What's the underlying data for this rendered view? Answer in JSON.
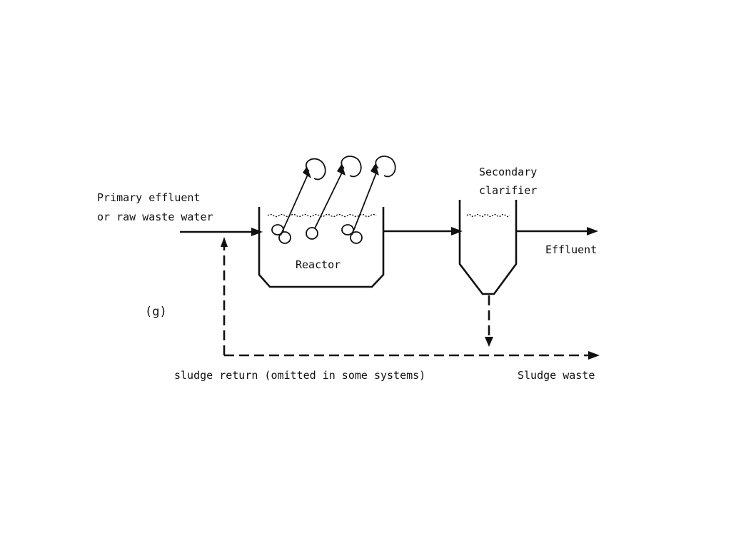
{
  "labels": {
    "influent_line1": "Primary effluent",
    "influent_line2": "or raw waste water",
    "reactor": "Reactor",
    "clarifier_line1": "Secondary",
    "clarifier_line2": "clarifier",
    "effluent": "Effluent",
    "panel_label": "(g)",
    "sludge_return": "sludge return (omitted in some systems)",
    "sludge_waste": "Sludge waste"
  },
  "colors": {
    "ink": "#111111",
    "background": "#ffffff"
  }
}
